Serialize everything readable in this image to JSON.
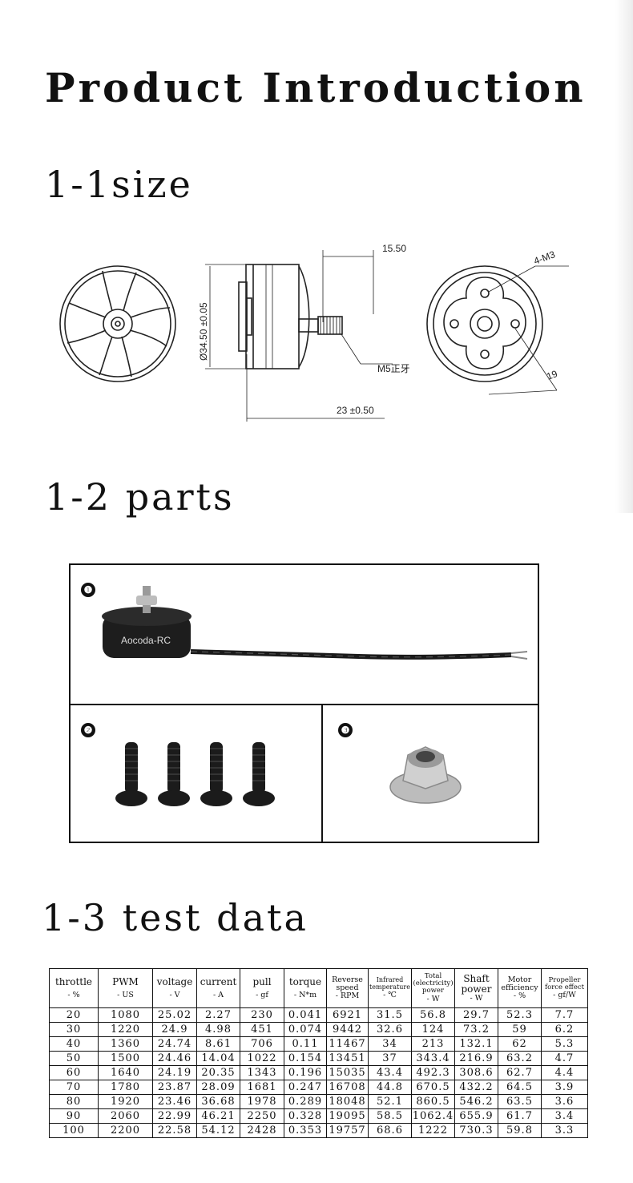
{
  "page": {
    "title": "Product Introduction",
    "sections": {
      "size": "1-1size",
      "parts": "1-2 parts",
      "test_data": "1-3 test data"
    }
  },
  "drawing": {
    "dimensions": {
      "shaft_length": "15.50",
      "diameter": "Ø34.50 ±0.05",
      "mount_holes": "4-M3",
      "thread": "M5正牙",
      "body_length": "23 ±0.50",
      "hole_distance": "19"
    }
  },
  "parts": [
    {
      "number": "❶",
      "brand": "Aocoda-RC",
      "item": "motor"
    },
    {
      "number": "❷",
      "item": "screws"
    },
    {
      "number": "❸",
      "item": "nut"
    }
  ],
  "test_table": {
    "columns": [
      {
        "name": "throttle",
        "unit": "- %"
      },
      {
        "name": "PWM",
        "unit": "- US"
      },
      {
        "name": "voltage",
        "unit": "- V"
      },
      {
        "name": "current",
        "unit": "- A"
      },
      {
        "name": "pull",
        "unit": "- gf"
      },
      {
        "name": "torque",
        "unit": "- N*m"
      },
      {
        "name": "Reverse speed",
        "unit": "- RPM"
      },
      {
        "name": "Infrared temperature",
        "unit": "- ℃"
      },
      {
        "name": "Total (electricity) power",
        "unit": "- W"
      },
      {
        "name": "Shaft power",
        "unit": "- W"
      },
      {
        "name": "Motor efficiency",
        "unit": "- %"
      },
      {
        "name": "Propeller force effect",
        "unit": "- gf/W"
      }
    ],
    "rows": [
      [
        "20",
        "1080",
        "25.02",
        "2.27",
        "230",
        "0.041",
        "6921",
        "31.5",
        "56.8",
        "29.7",
        "52.3",
        "7.7"
      ],
      [
        "30",
        "1220",
        "24.9",
        "4.98",
        "451",
        "0.074",
        "9442",
        "32.6",
        "124",
        "73.2",
        "59",
        "6.2"
      ],
      [
        "40",
        "1360",
        "24.74",
        "8.61",
        "706",
        "0.11",
        "11467",
        "34",
        "213",
        "132.1",
        "62",
        "5.3"
      ],
      [
        "50",
        "1500",
        "24.46",
        "14.04",
        "1022",
        "0.154",
        "13451",
        "37",
        "343.4",
        "216.9",
        "63.2",
        "4.7"
      ],
      [
        "60",
        "1640",
        "24.19",
        "20.35",
        "1343",
        "0.196",
        "15035",
        "43.4",
        "492.3",
        "308.6",
        "62.7",
        "4.4"
      ],
      [
        "70",
        "1780",
        "23.87",
        "28.09",
        "1681",
        "0.247",
        "16708",
        "44.8",
        "670.5",
        "432.2",
        "64.5",
        "3.9"
      ],
      [
        "80",
        "1920",
        "23.46",
        "36.68",
        "1978",
        "0.289",
        "18048",
        "52.1",
        "860.5",
        "546.2",
        "63.5",
        "3.6"
      ],
      [
        "90",
        "2060",
        "22.99",
        "46.21",
        "2250",
        "0.328",
        "19095",
        "58.5",
        "1062.4",
        "655.9",
        "61.7",
        "3.4"
      ],
      [
        "100",
        "2200",
        "22.58",
        "54.12",
        "2428",
        "0.353",
        "19757",
        "68.6",
        "1222",
        "730.3",
        "59.8",
        "3.3"
      ]
    ]
  }
}
